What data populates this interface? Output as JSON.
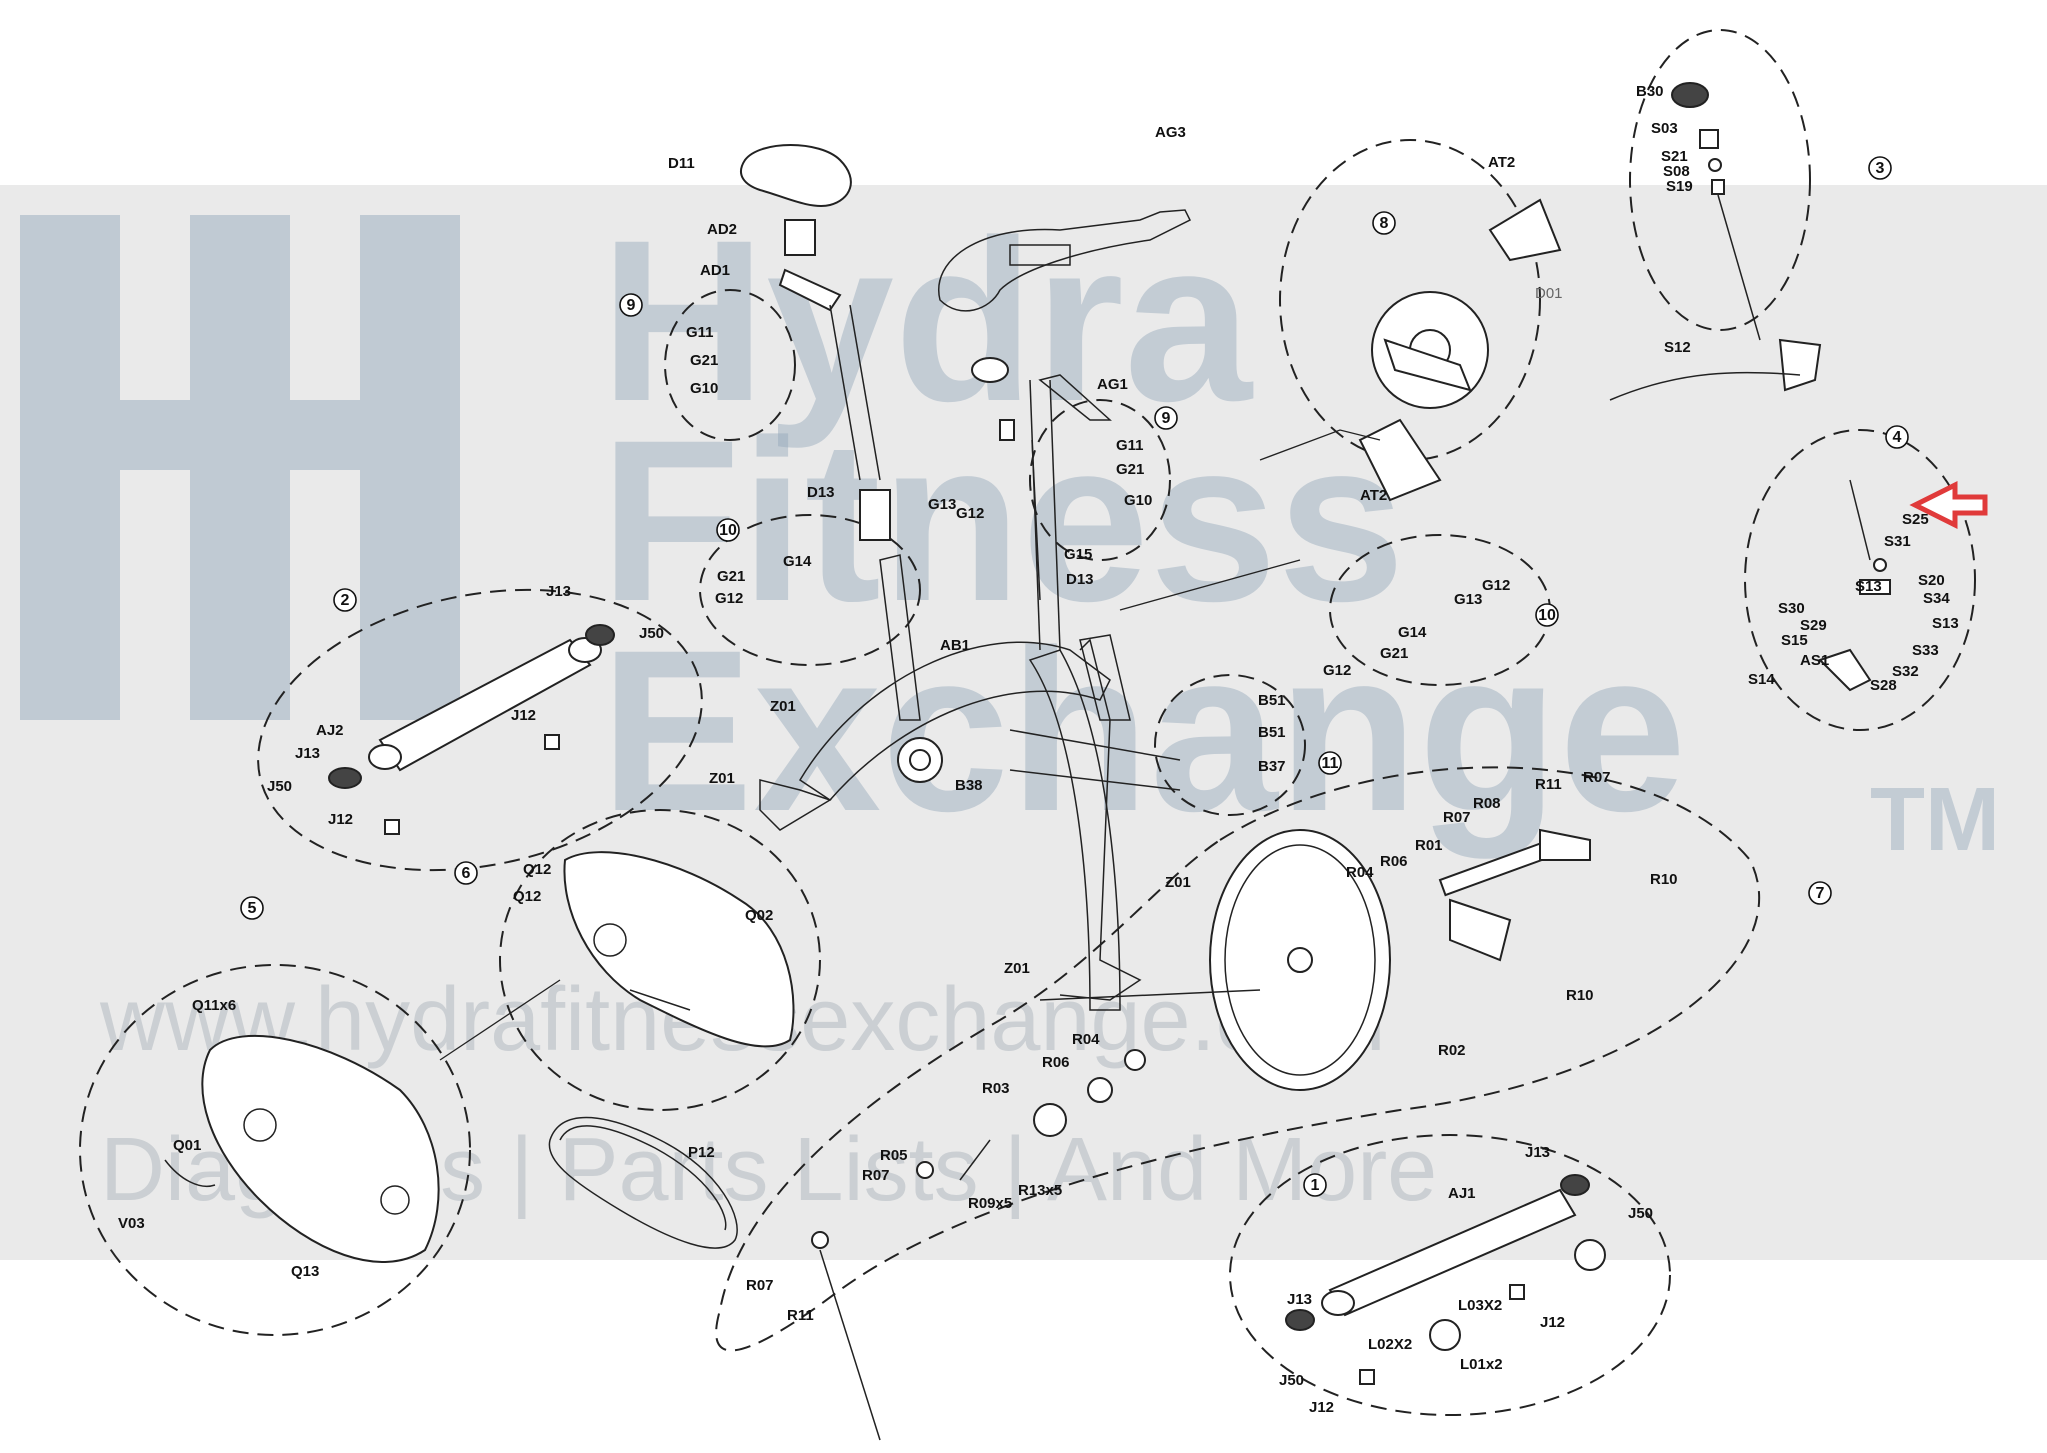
{
  "watermark": {
    "line1": "Hydra",
    "line2": "Fitness",
    "line3": "Exchange",
    "trademark": "TM",
    "url": "www.hydrafitnessexchange.com",
    "tagline": "Diagrams | Parts Lists | And More",
    "color": "#8fa4b8"
  },
  "highlight": {
    "target": "S25",
    "color": "#e03a3a"
  },
  "groups": [
    "1",
    "2",
    "3",
    "4",
    "5",
    "6",
    "7",
    "8",
    "9",
    "9",
    "10",
    "10",
    "11"
  ],
  "labels": {
    "D11": "D11",
    "AD2": "AD2",
    "AD1": "AD1",
    "AG3": "AG3",
    "AG1": "AG1",
    "AB1": "AB1",
    "AT2a": "AT2",
    "AT2b": "AT2",
    "D01": "D01",
    "D13a": "D13",
    "D13b": "D13",
    "G11a": "G11",
    "G21a": "G21",
    "G10a": "G10",
    "G11b": "G11",
    "G21b": "G21",
    "G10b": "G10",
    "G13a": "G13",
    "G12a": "G12",
    "G14a": "G14",
    "G21c": "G21",
    "G12b": "G12",
    "G15": "G15",
    "G12c": "G12",
    "G13b": "G13",
    "G14b": "G14",
    "G21d": "G21",
    "G12d": "G12",
    "B30": "B30",
    "S03": "S03",
    "S21": "S21",
    "S08": "S08",
    "S19": "S19",
    "S12": "S12",
    "S25": "S25",
    "S31": "S31",
    "S13": "S13",
    "S20": "S20",
    "S34": "S34",
    "S30": "S30",
    "S29": "S29",
    "S13b": "S13",
    "S15": "S15",
    "S33": "S33",
    "AS1": "AS1",
    "S32": "S32",
    "S14": "S14",
    "S28": "S28",
    "J13a": "J13",
    "J50a": "J50",
    "AJ2": "AJ2",
    "J12a": "J12",
    "J13b": "J13",
    "J50b": "J50",
    "J12b": "J12",
    "Z01a": "Z01",
    "Z01b": "Z01",
    "Z01c": "Z01",
    "Z01d": "Z01",
    "B38": "B38",
    "B51a": "B51",
    "B51b": "B51",
    "B37": "B37",
    "R11a": "R11",
    "R07a": "R07",
    "R08": "R08",
    "R07b": "R07",
    "R01": "R01",
    "R06a": "R06",
    "R04a": "R04",
    "R10a": "R10",
    "R10b": "R10",
    "R02": "R02",
    "Q12a": "Q12",
    "Q12b": "Q12",
    "Q02": "Q02",
    "Q11x6": "Q11x6",
    "Q01": "Q01",
    "V03": "V03",
    "Q13": "Q13",
    "P12": "P12",
    "R04b": "R04",
    "R06b": "R06",
    "R03": "R03",
    "R05": "R05",
    "R07c": "R07",
    "R09x5": "R09x5",
    "R13x5": "R13x5",
    "R07d": "R07",
    "R11b": "R11",
    "J13c": "J13",
    "AJ1": "AJ1",
    "J50c": "J50",
    "L03X2": "L03X2",
    "J13d": "J13",
    "L02X2": "L02X2",
    "J12c": "J12",
    "L01x2": "L01x2",
    "J50d": "J50",
    "J12d": "J12"
  }
}
